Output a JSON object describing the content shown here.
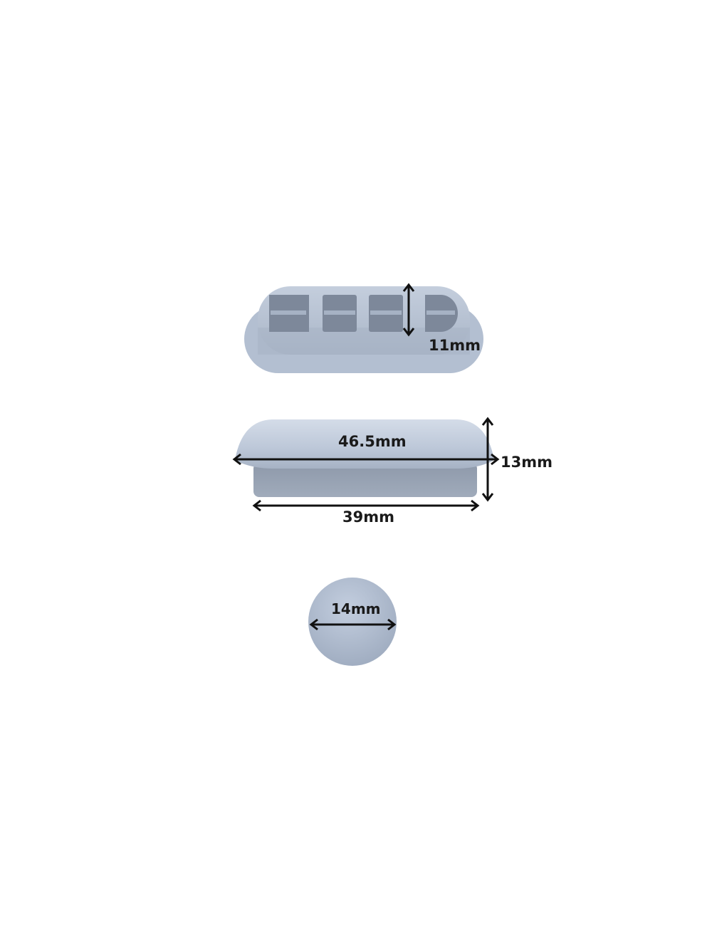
{
  "product": {
    "views": [
      {
        "name": "top-view",
        "dimension_label": "11mm"
      },
      {
        "name": "side-view",
        "dimension_labels": {
          "top_width": "46.5mm",
          "height": "13mm",
          "base_width": "39mm"
        }
      },
      {
        "name": "round-bumper",
        "dimension_label": "14mm"
      }
    ]
  },
  "colors": {
    "plastic_light": "#b8c4d6",
    "plastic_mid": "#a4b0c2",
    "plastic_dark": "#7f8a9b",
    "background": "#ffffff",
    "annotation": "#111111"
  }
}
